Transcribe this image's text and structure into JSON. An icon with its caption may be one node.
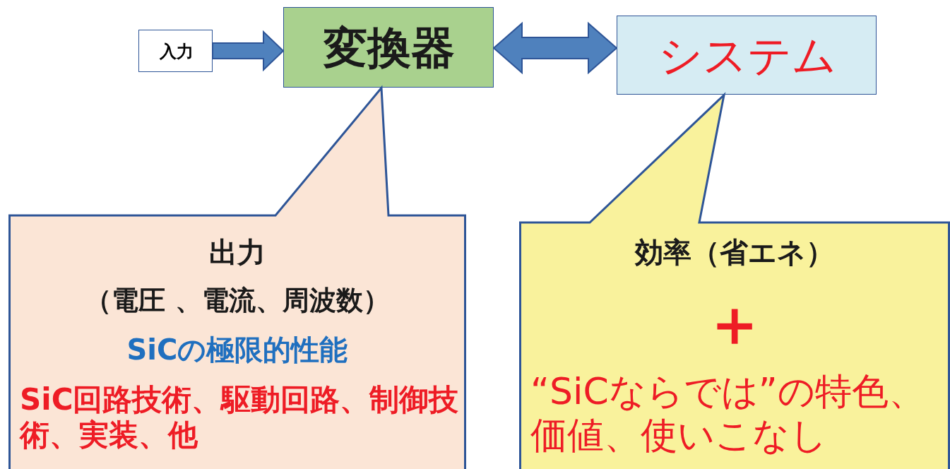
{
  "diagram": {
    "nodes": [
      {
        "text": [
          "入力"
        ]
      },
      {
        "text": [
          "変換器"
        ]
      },
      {
        "text": [
          "システム"
        ]
      },
      {
        "text": [
          "出力",
          "（電圧 、電流、周波数）",
          "SiCの極限的性能",
          "SiC回路技術、駆動回路、制御技術、実装、他"
        ]
      },
      {
        "text": [
          "効率（省エネ）",
          "＋",
          "“SiCならでは”の特色、価値、使いこなし"
        ]
      }
    ],
    "edges": [
      {
        "from": 0,
        "to": 1,
        "arrow": "to"
      },
      {
        "from": 1,
        "to": 2,
        "arrow": "both"
      }
    ]
  }
}
